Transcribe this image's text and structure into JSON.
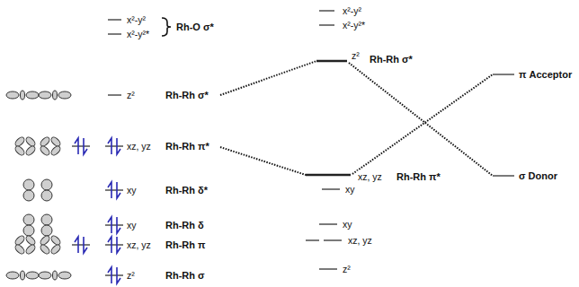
{
  "diagram": {
    "labels": [
      "x²-y²",
      "x²-y²*",
      "Rh-O σ*",
      "z²",
      "Rh-Rh σ*",
      "xz, yz",
      "Rh-Rh π*",
      "xy",
      "Rh-Rh δ*",
      "xy",
      "Rh-Rh δ",
      "xz, yz",
      "Rh-Rh π",
      "z²",
      "Rh-Rh σ",
      "x²-y²",
      "x²-y²*",
      "z²",
      "Rh-Rh σ*",
      "xz, yz",
      "Rh-Rh π*",
      "xy",
      "xy",
      "xz, yz",
      "z²",
      "π Acceptor",
      "σ Donor"
    ]
  }
}
